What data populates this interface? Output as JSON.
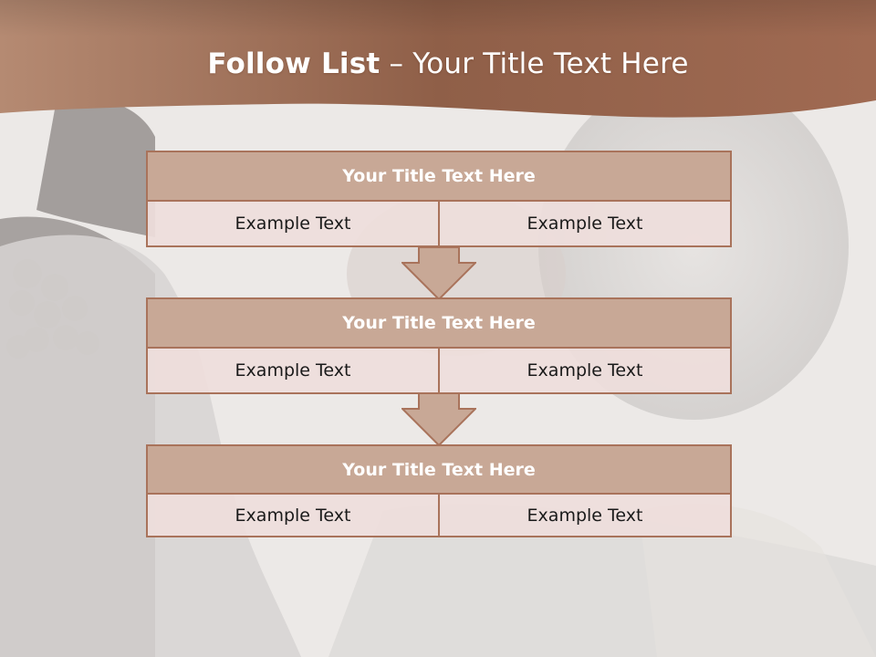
{
  "slide": {
    "title_bold": "Follow List",
    "title_rest": " – Your Title Text Here"
  },
  "blocks": [
    {
      "title": "Your Title Text Here",
      "left": "Example Text",
      "right": "Example Text"
    },
    {
      "title": "Your Title Text Here",
      "left": "Example Text",
      "right": "Example Text"
    },
    {
      "title": "Your Title Text Here",
      "left": "Example Text",
      "right": "Example Text"
    }
  ],
  "colors": {
    "header_band": "#8e5f48",
    "block_header": "#c8a896",
    "block_border": "#a9735b",
    "cell_fill": "#eedcdc",
    "arrow_fill": "#c8a896"
  }
}
